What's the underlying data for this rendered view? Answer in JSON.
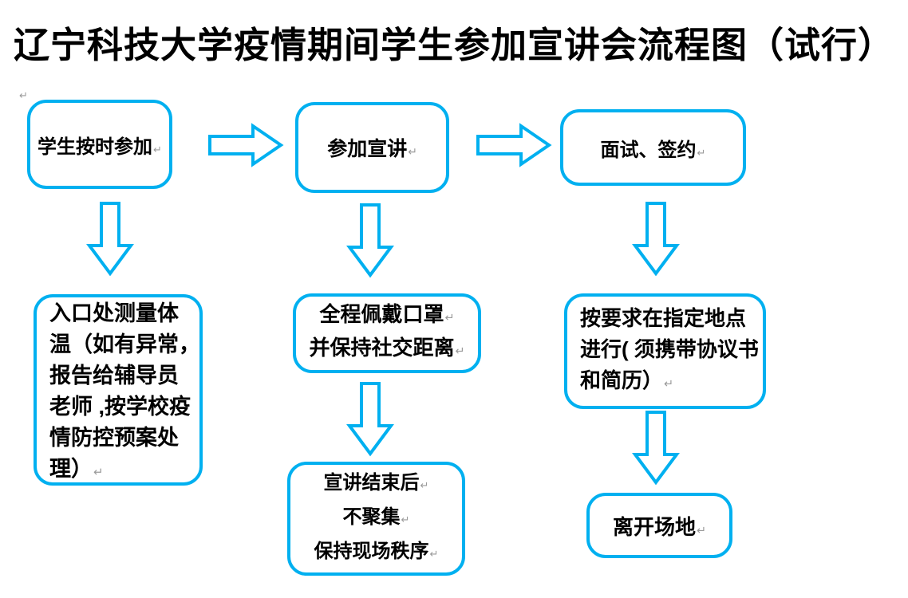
{
  "title": "辽宁科技大学疫情期间学生参加宣讲会流程图（试行）",
  "paragraph_mark": "↵",
  "accent_color": "#00B0F0",
  "text_color": "#000000",
  "background_color": "#FFFFFF",
  "nodes": {
    "attend": {
      "label": "学生按时参加"
    },
    "presentation": {
      "label": "参加宣讲"
    },
    "interview": {
      "label": "面试、签约"
    },
    "temperature": {
      "lines": [
        "入口处测量体",
        "温（如有异常，",
        "报告给辅导员",
        "老师 ,按学校疫",
        "情防控预案处",
        "理）"
      ]
    },
    "mask": {
      "lines": [
        "全程佩戴口罩",
        "并保持社交距离"
      ]
    },
    "location": {
      "lines": [
        "按要求在指定地点",
        "进行( 须携带协议书",
        "和简历）"
      ]
    },
    "after_presentation": {
      "lines": [
        "宣讲结束后",
        "不聚集",
        "保持现场秩序"
      ]
    },
    "leave": {
      "label": "离开场地"
    }
  }
}
